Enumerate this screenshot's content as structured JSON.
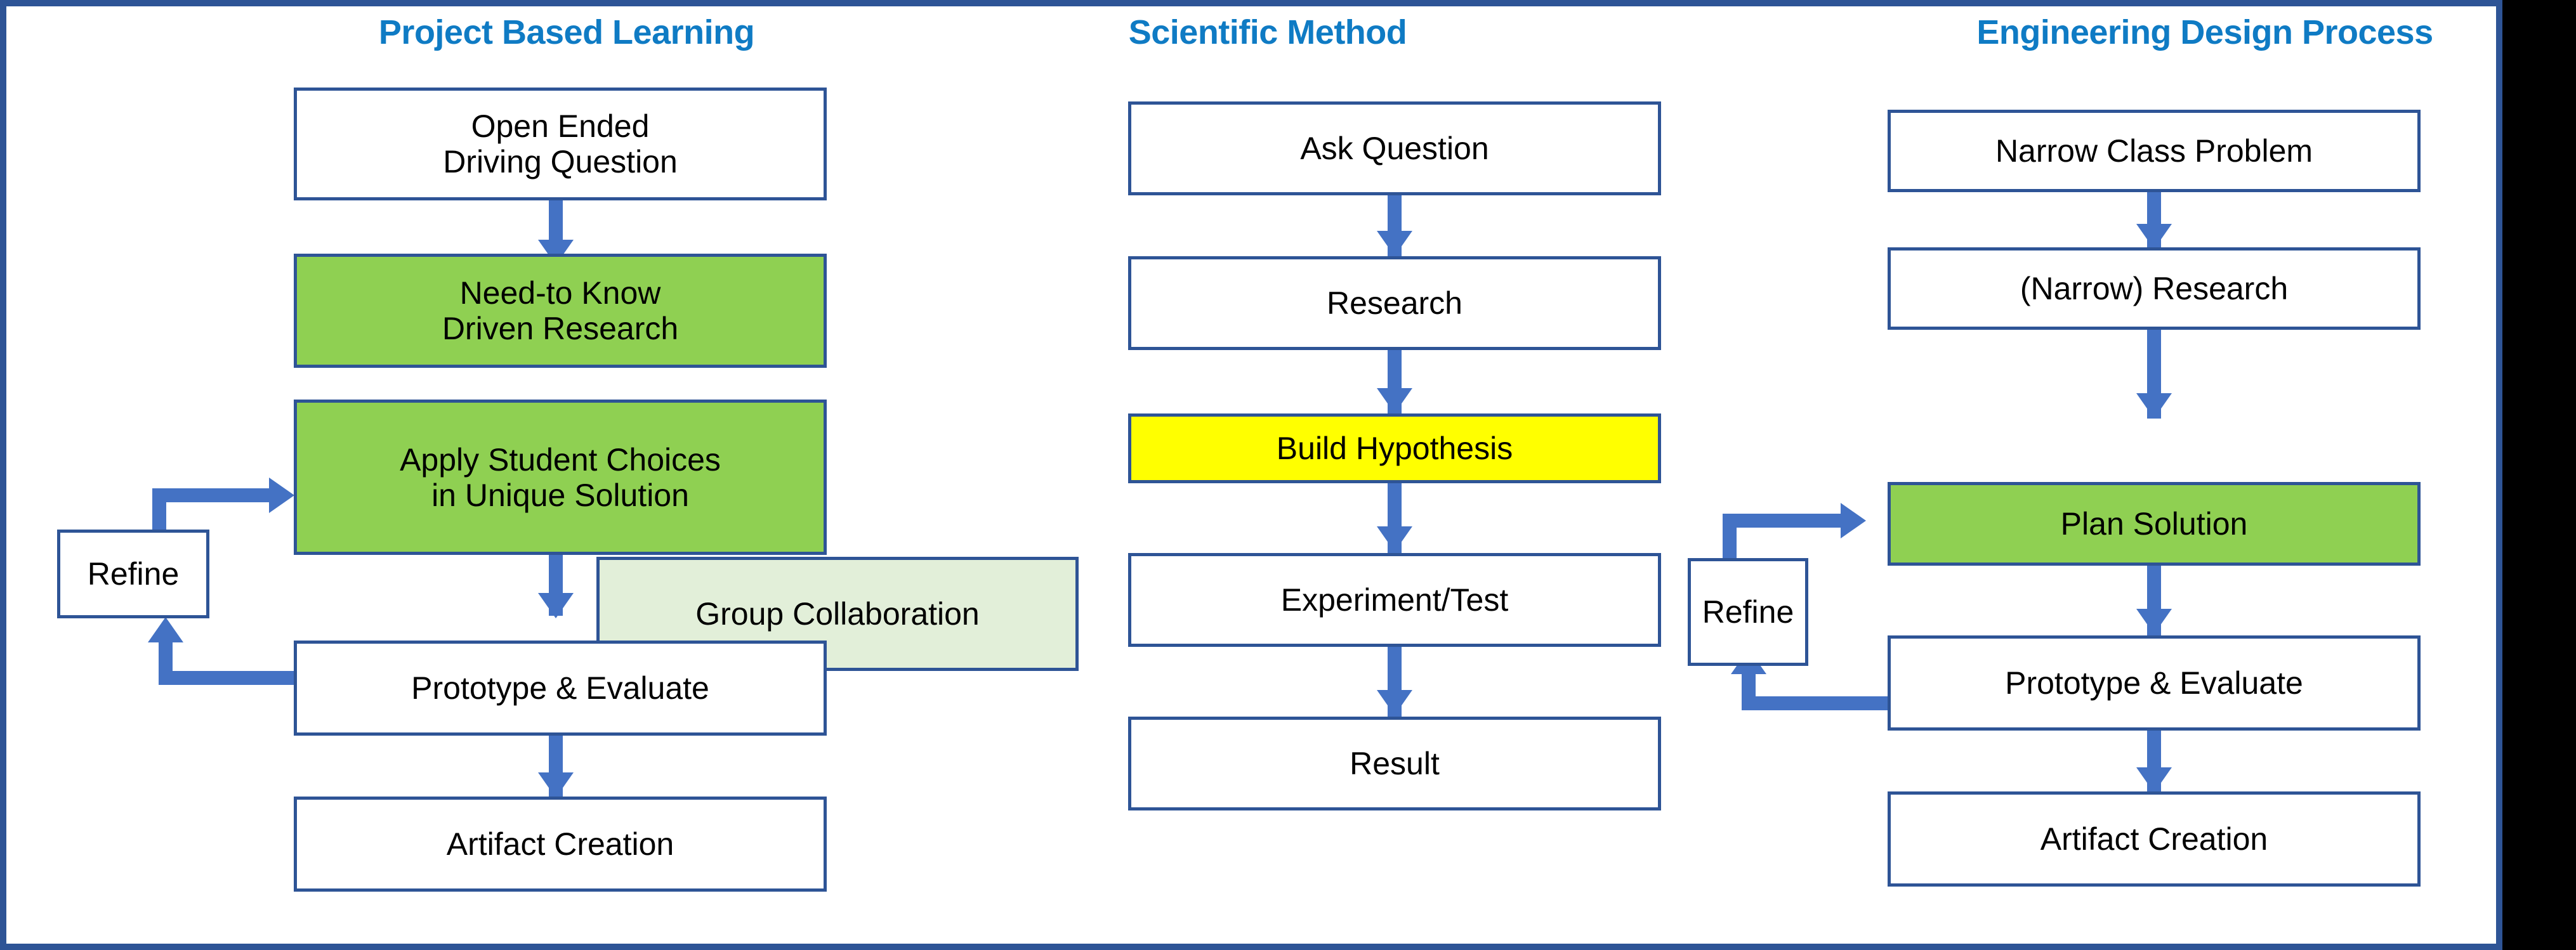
{
  "theme": {
    "frame_color": "#2E5496",
    "title_color": "#0F7BC4",
    "arrow_color": "#4472C4",
    "box_border_color": "#2E5496",
    "highlight_green": "#8FD052",
    "highlight_yellow": "#FFFF00",
    "highlight_light_green": "#E2EFD9",
    "background": "#FFFFFF",
    "right_band": "#000000"
  },
  "columns": [
    {
      "id": "project-based-learning",
      "title": "Project Based Learning",
      "nodes": [
        {
          "id": "open-ended-driving-question",
          "label": "Open Ended\nDriving Question",
          "fill": "white"
        },
        {
          "id": "need-to-know-driven-research",
          "label": "Need-to Know\nDriven Research",
          "fill": "green"
        },
        {
          "id": "apply-student-choices",
          "label": "Apply Student Choices\nin Unique Solution",
          "fill": "green"
        },
        {
          "id": "group-collaboration",
          "label": "Group Collaboration",
          "fill": "light-green"
        },
        {
          "id": "refine",
          "label": "Refine",
          "fill": "white"
        },
        {
          "id": "prototype-and-evaluate",
          "label": "Prototype & Evaluate",
          "fill": "white"
        },
        {
          "id": "artifact-creation",
          "label": "Artifact Creation",
          "fill": "white"
        }
      ],
      "edges": [
        {
          "from": "open-ended-driving-question",
          "to": "need-to-know-driven-research",
          "kind": "down"
        },
        {
          "from": "need-to-know-driven-research",
          "to": "apply-student-choices",
          "kind": "adjacent"
        },
        {
          "from": "apply-student-choices",
          "to": "prototype-and-evaluate",
          "kind": "down"
        },
        {
          "from": "prototype-and-evaluate",
          "to": "refine",
          "kind": "loop-left-up"
        },
        {
          "from": "refine",
          "to": "apply-student-choices",
          "kind": "loop-up-right"
        },
        {
          "from": "prototype-and-evaluate",
          "to": "artifact-creation",
          "kind": "down"
        }
      ]
    },
    {
      "id": "scientific-method",
      "title": "Scientific Method",
      "nodes": [
        {
          "id": "ask-question",
          "label": "Ask Question",
          "fill": "white"
        },
        {
          "id": "research",
          "label": "Research",
          "fill": "white"
        },
        {
          "id": "build-hypothesis",
          "label": "Build Hypothesis",
          "fill": "yellow"
        },
        {
          "id": "experiment-test",
          "label": "Experiment/Test",
          "fill": "white"
        },
        {
          "id": "result",
          "label": "Result",
          "fill": "white"
        }
      ],
      "edges": [
        {
          "from": "ask-question",
          "to": "research",
          "kind": "down"
        },
        {
          "from": "research",
          "to": "build-hypothesis",
          "kind": "down"
        },
        {
          "from": "build-hypothesis",
          "to": "experiment-test",
          "kind": "down"
        },
        {
          "from": "experiment-test",
          "to": "result",
          "kind": "down"
        }
      ]
    },
    {
      "id": "engineering-design-process",
      "title": "Engineering Design Process",
      "nodes": [
        {
          "id": "narrow-class-problem",
          "label": "Narrow Class Problem",
          "fill": "white"
        },
        {
          "id": "narrow-research",
          "label": "(Narrow) Research",
          "fill": "white"
        },
        {
          "id": "plan-solution",
          "label": "Plan Solution",
          "fill": "green"
        },
        {
          "id": "refine",
          "label": "Refine",
          "fill": "white"
        },
        {
          "id": "prototype-and-evaluate",
          "label": "Prototype & Evaluate",
          "fill": "white"
        },
        {
          "id": "artifact-creation",
          "label": "Artifact Creation",
          "fill": "white"
        }
      ],
      "edges": [
        {
          "from": "narrow-class-problem",
          "to": "narrow-research",
          "kind": "down"
        },
        {
          "from": "narrow-research",
          "to": "plan-solution",
          "kind": "down"
        },
        {
          "from": "plan-solution",
          "to": "prototype-and-evaluate",
          "kind": "down"
        },
        {
          "from": "prototype-and-evaluate",
          "to": "refine",
          "kind": "loop-left-up"
        },
        {
          "from": "refine",
          "to": "plan-solution",
          "kind": "loop-up-right"
        },
        {
          "from": "prototype-and-evaluate",
          "to": "artifact-creation",
          "kind": "down"
        }
      ]
    }
  ]
}
